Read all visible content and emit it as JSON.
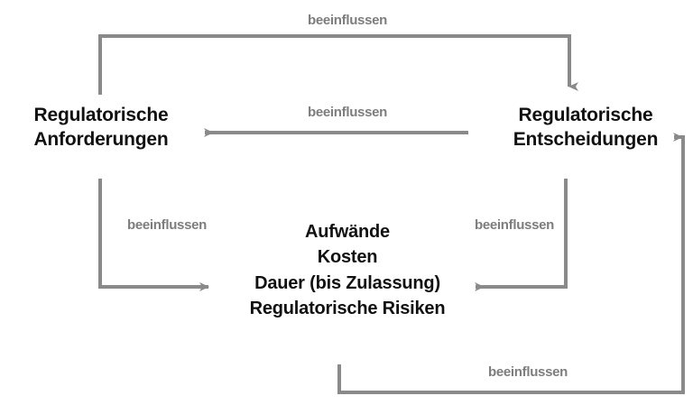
{
  "diagram": {
    "title_alt": "Wechselwirkungen regulatorischer Anforderungen und Entscheidungen",
    "line_color": "#8a8a8a",
    "text_color": "#111111",
    "label_color": "#7d7d7d",
    "background": "#ffffff"
  },
  "nodes": {
    "left": {
      "name": "regulatorische-anforderungen",
      "lines": [
        "Regulatorische",
        "Anforderungen"
      ]
    },
    "right": {
      "name": "regulatorische-entscheidungen",
      "lines": [
        "Regulatorische",
        "Entscheidungen"
      ]
    },
    "center": {
      "name": "aufwaende-kosten-dauer-risiken",
      "lines": [
        "Aufwände",
        "Kosten",
        "Dauer (bis Zulassung)",
        "Regulatorische Risiken"
      ]
    }
  },
  "edges": [
    {
      "id": "top",
      "label": "beeinflussen",
      "from": "regulatorische-anforderungen",
      "to": "regulatorische-entscheidungen",
      "direction": "down-right"
    },
    {
      "id": "middle",
      "label": "beeinflussen",
      "from": "regulatorische-entscheidungen",
      "to": "regulatorische-anforderungen",
      "direction": "left"
    },
    {
      "id": "left",
      "label": "beeinflussen",
      "from": "regulatorische-anforderungen",
      "to": "aufwaende-kosten-dauer-risiken",
      "direction": "down-right"
    },
    {
      "id": "right",
      "label": "beeinflussen",
      "from": "regulatorische-entscheidungen",
      "to": "aufwaende-kosten-dauer-risiken",
      "direction": "down-left"
    },
    {
      "id": "bottom",
      "label": "beeinflussen",
      "from": "aufwaende-kosten-dauer-risiken",
      "to": "regulatorische-entscheidungen",
      "direction": "right-up-left"
    }
  ]
}
